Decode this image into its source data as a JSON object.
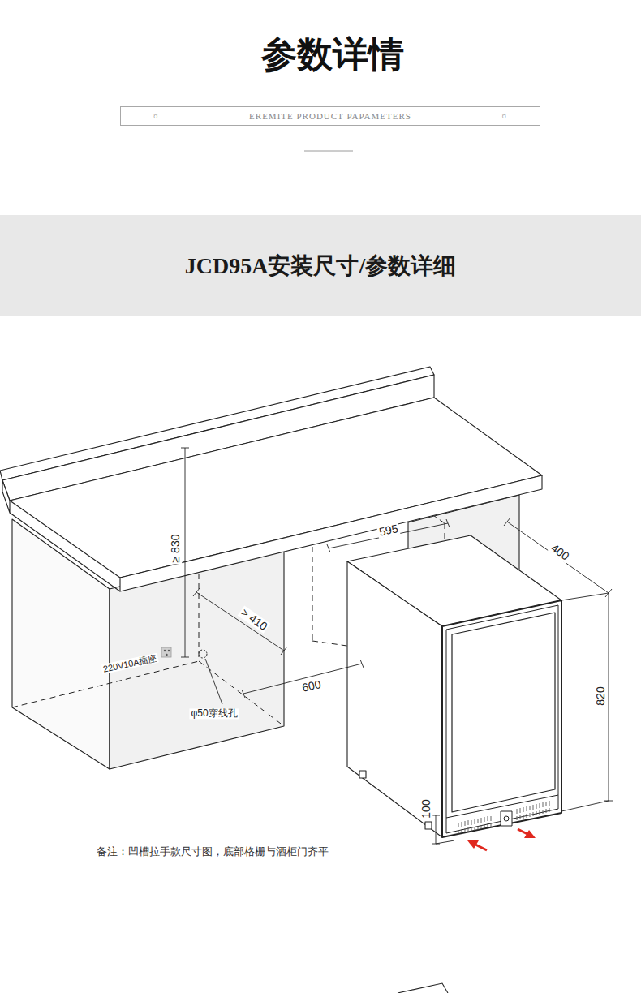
{
  "diagram": {
    "title": "参数详情",
    "caption": "备注：凹槽拉手款尺寸图，底部格栅与酒柜门齐平",
    "nodes": [
      {
        "text": [
          "¤",
          "EREMITE PRODUCT PAPAMETERS",
          "¤"
        ]
      },
      {
        "text": [
          "JCD95A安装尺寸/参数详细"
        ]
      }
    ],
    "edges": [],
    "labels": [
      "≥ 830",
      "595",
      "400",
      "> 410",
      "220V10A插座",
      "600",
      "φ50穿线孔",
      "820",
      "100"
    ]
  }
}
